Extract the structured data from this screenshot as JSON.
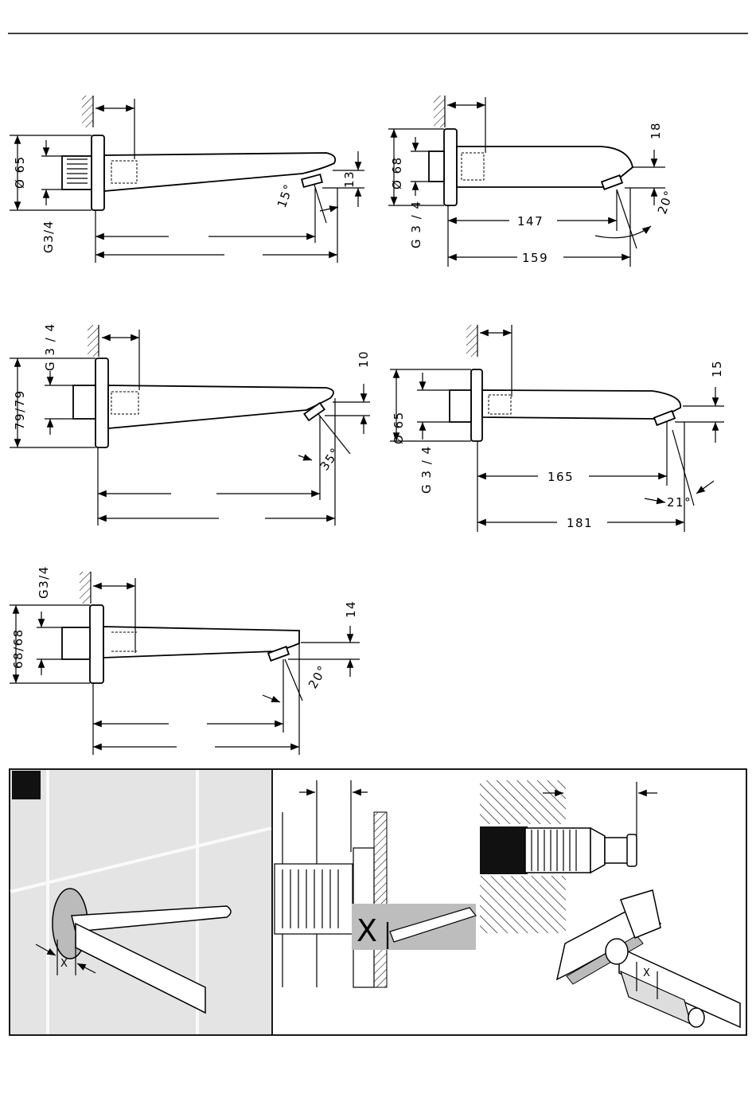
{
  "drawing_1": {
    "labels": {
      "diameter": "Ø 65",
      "thread": "G3/4",
      "height": "13",
      "angle": "15°"
    }
  },
  "drawing_2": {
    "labels": {
      "diameter": "Ø 68",
      "thread": "G 3 / 4",
      "height": "18",
      "angle": "20°",
      "length_inner": "147",
      "length_outer": "159"
    }
  },
  "drawing_3": {
    "labels": {
      "size": "79/79",
      "thread": "G 3 / 4",
      "height": "10",
      "angle": "35°"
    }
  },
  "drawing_4": {
    "labels": {
      "diameter": "Ø 65",
      "thread": "G 3 / 4",
      "height": "15",
      "angle": "21°",
      "length_inner": "165",
      "length_outer": "181"
    }
  },
  "drawing_5": {
    "labels": {
      "size": "68/68",
      "thread": "G3/4",
      "height": "14",
      "angle": "20°"
    }
  },
  "installation": {
    "cut_marker": "X"
  }
}
